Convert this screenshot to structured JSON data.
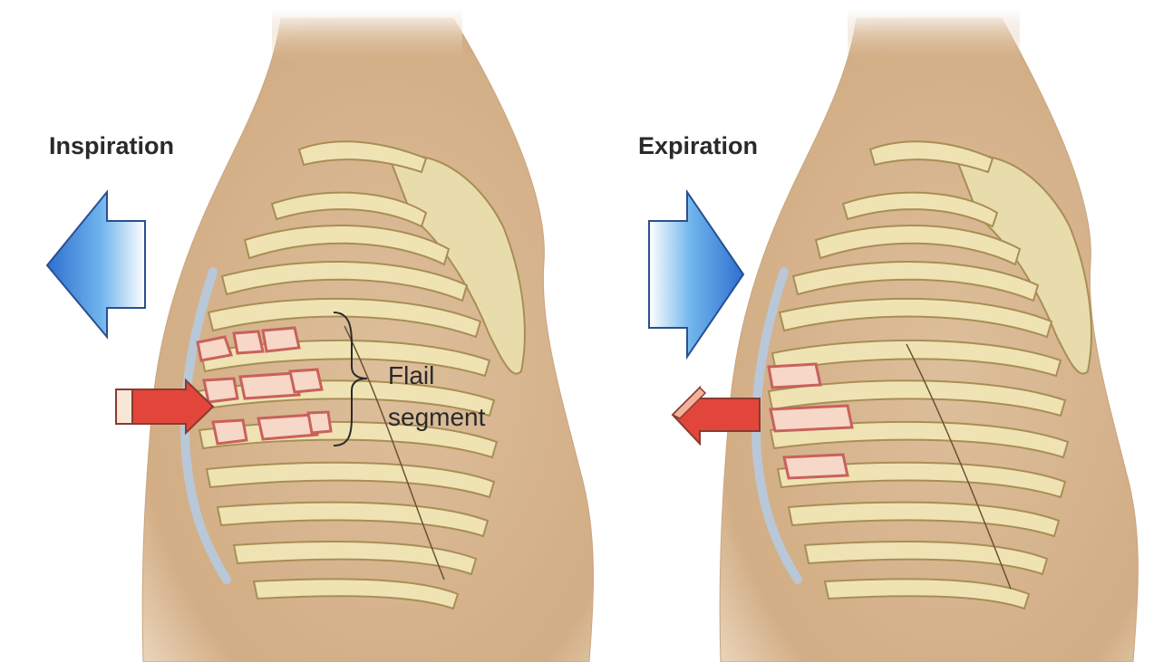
{
  "panels": [
    {
      "id": "left",
      "title": "Inspiration",
      "air_flow": "outward",
      "flail_movement": "inward"
    },
    {
      "id": "right",
      "title": "Expiration",
      "air_flow": "inward",
      "flail_movement": "outward"
    }
  ],
  "annotation": {
    "line1": "Flail",
    "line2": "segment"
  },
  "colors": {
    "skin": "#d9b893",
    "skin_shadow": "#c69c72",
    "bone": "#efe3b4",
    "bone_outline": "#a88e55",
    "fracture": "#c9615a",
    "air_arrow": "#3f7fd6",
    "movement_arrow": "#e2463a",
    "text": "#2a2a2a"
  }
}
